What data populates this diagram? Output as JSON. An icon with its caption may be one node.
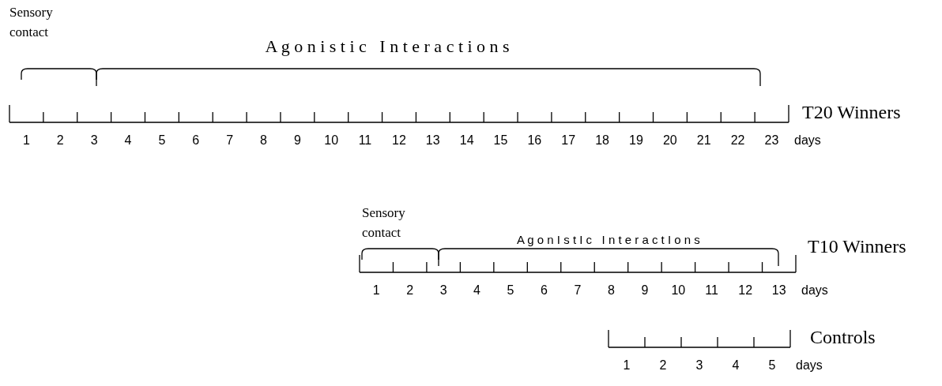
{
  "diagram": {
    "labels": [
      "Sensory contact",
      "A g o n i s t i c   I n t e r a c t i o n s",
      "T20 Winners",
      "1",
      "2",
      "3",
      "4",
      "5",
      "6",
      "7",
      "8",
      "9",
      "10",
      "11",
      "12",
      "13",
      "14",
      "15",
      "16",
      "17",
      "18",
      "19",
      "20",
      "21",
      "22",
      "23",
      "days",
      "Sensory contact",
      "A g o n I s t I c   I n t e r a c t I o n s",
      "T10 Winners",
      "1",
      "2",
      "3",
      "4",
      "5",
      "6",
      "7",
      "8",
      "9",
      "10",
      "11",
      "12",
      "13",
      "days",
      "Controls",
      "1",
      "2",
      "3",
      "4",
      "5",
      "days"
    ]
  }
}
